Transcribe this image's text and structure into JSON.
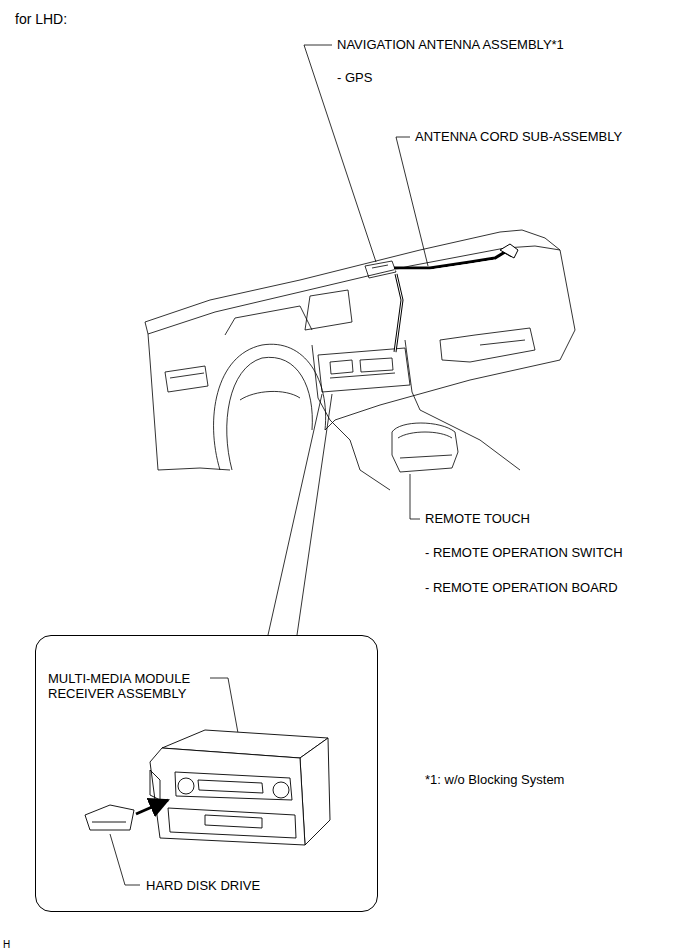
{
  "diagram": {
    "title": "for LHD:",
    "nodes": [
      {
        "text": [
          "MULTI-MEDIA MODULE RECEIVER ASSEMBLY",
          "HARD DISK DRIVE"
        ]
      }
    ],
    "labels": [
      "NAVIGATION ANTENNA ASSEMBLY*1",
      "- GPS",
      "ANTENNA CORD SUB-ASSEMBLY",
      "REMOTE TOUCH",
      "- REMOTE OPERATION SWITCH",
      "- REMOTE OPERATION BOARD",
      "*1: w/o Blocking System",
      "H"
    ]
  }
}
